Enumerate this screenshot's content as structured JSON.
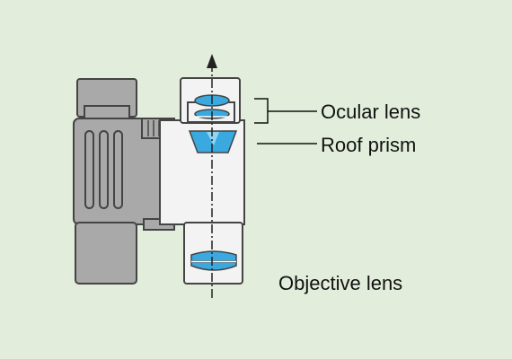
{
  "labels": {
    "ocular_lens": "Ocular lens",
    "roof_prism": "Roof prism",
    "objective_lens": "Objective lens"
  },
  "colors": {
    "background": "#e2eedb",
    "body_dark": "#a9a9a9",
    "body_light": "#f3f3f3",
    "outline": "#444444",
    "lens": "#3aa9e0",
    "lens_light": "#8fd6f5",
    "axis": "#222222"
  }
}
